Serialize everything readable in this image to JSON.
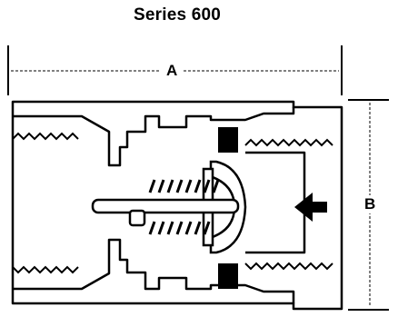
{
  "title": "Series 600",
  "dimensions": {
    "a_label": "A",
    "b_label": "B"
  },
  "colors": {
    "stroke": "#000000",
    "fill": "#ffffff"
  },
  "icons": {
    "flow_arrow": "arrow-left-icon"
  }
}
